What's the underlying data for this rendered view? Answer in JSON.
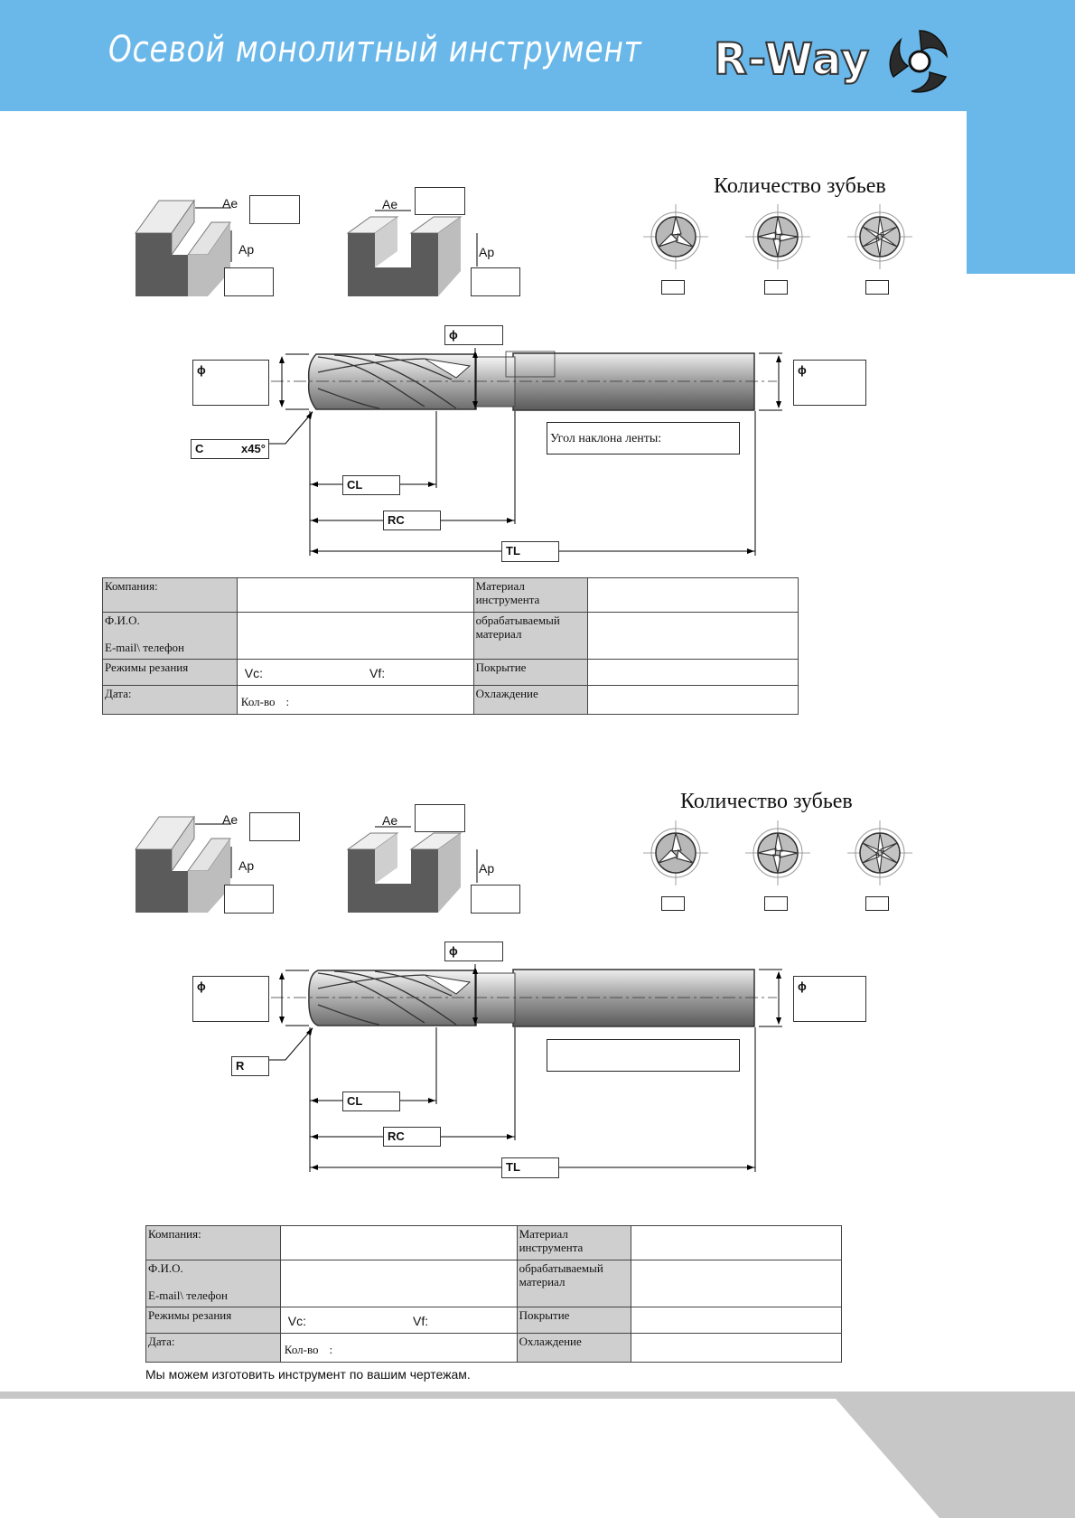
{
  "header": {
    "title": "Осевой монолитный инструмент",
    "brand": "R-Way"
  },
  "sections": [
    {
      "teeth_title": "Количество зубьев",
      "labels": {
        "ae": "Ae",
        "ap": "Ap",
        "diameter": "ϕ",
        "corner": "C",
        "corner_angle": "x45°",
        "cl": "CL",
        "rc": "RC",
        "tl": "TL",
        "helix": "Угол наклона ленты:"
      },
      "form": {
        "company": "Компания:",
        "tool_material_1": "Материал",
        "tool_material_2": "инструмента",
        "fio": "Ф.И.О.",
        "contact": "E-mail\\ телефон",
        "work_material_1": "обрабатываемый",
        "work_material_2": "материал",
        "modes": "Режимы резания",
        "vc": "Vc:",
        "vf": "Vf:",
        "coating": "Покрытие",
        "date": "Дата:",
        "qty": "Кол-во",
        "qty_sep": ":",
        "cooling": "Охлаждение"
      }
    },
    {
      "teeth_title": "Количество зубьев",
      "labels": {
        "ae": "Ae",
        "ap": "Ap",
        "diameter": "ϕ",
        "radius": "R",
        "cl": "CL",
        "rc": "RC",
        "tl": "TL"
      },
      "form": {
        "company": "Компания:",
        "tool_material_1": "Материал",
        "tool_material_2": "инструмента",
        "fio": "Ф.И.О.",
        "contact": "E-mail\\ телефон",
        "work_material_1": "обрабатываемый",
        "work_material_2": "материал",
        "modes": "Режимы резания",
        "vc": "Vc:",
        "vf": "Vf:",
        "coating": "Покрытие",
        "date": "Дата:",
        "qty": "Кол-во",
        "qty_sep": ":",
        "cooling": "Охлаждение"
      }
    }
  ],
  "note": "Мы можем изготовить инструмент по вашим чертежам.",
  "colors": {
    "header": "#6ab8ea",
    "form_shade": "#cfcfcf",
    "footer": "#c7c7c7"
  },
  "icons": [
    "r-way-shuriken-logo",
    "shoulder-milling-icon",
    "slot-milling-icon",
    "three-flute-icon",
    "four-flute-icon",
    "six-flute-icon",
    "end-mill-icon",
    "end-mill-radius-icon"
  ]
}
